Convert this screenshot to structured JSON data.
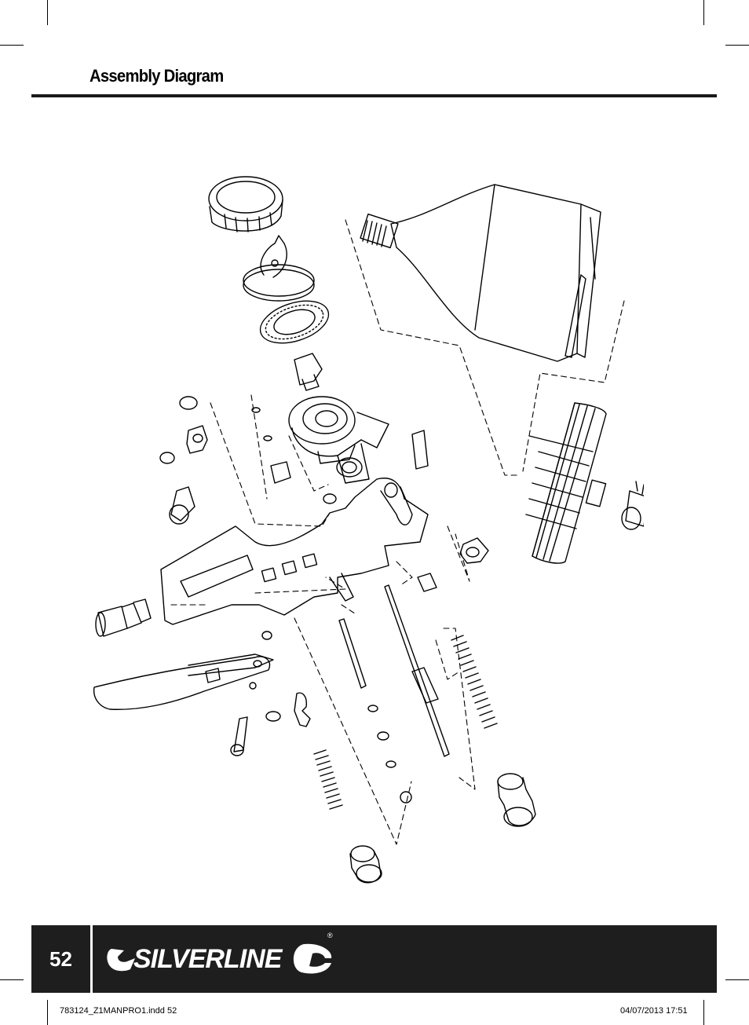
{
  "header": {
    "title": "Assembly Diagram"
  },
  "footer": {
    "page_number": "52",
    "brand": "SILVERLINE",
    "registered": "®"
  },
  "print_info": {
    "file": "783124_Z1MANPRO1.indd   52",
    "timestamp": "04/07/2013   17:51"
  },
  "colors": {
    "footer_bar": "#1e1e1e",
    "ink": "#000000"
  }
}
